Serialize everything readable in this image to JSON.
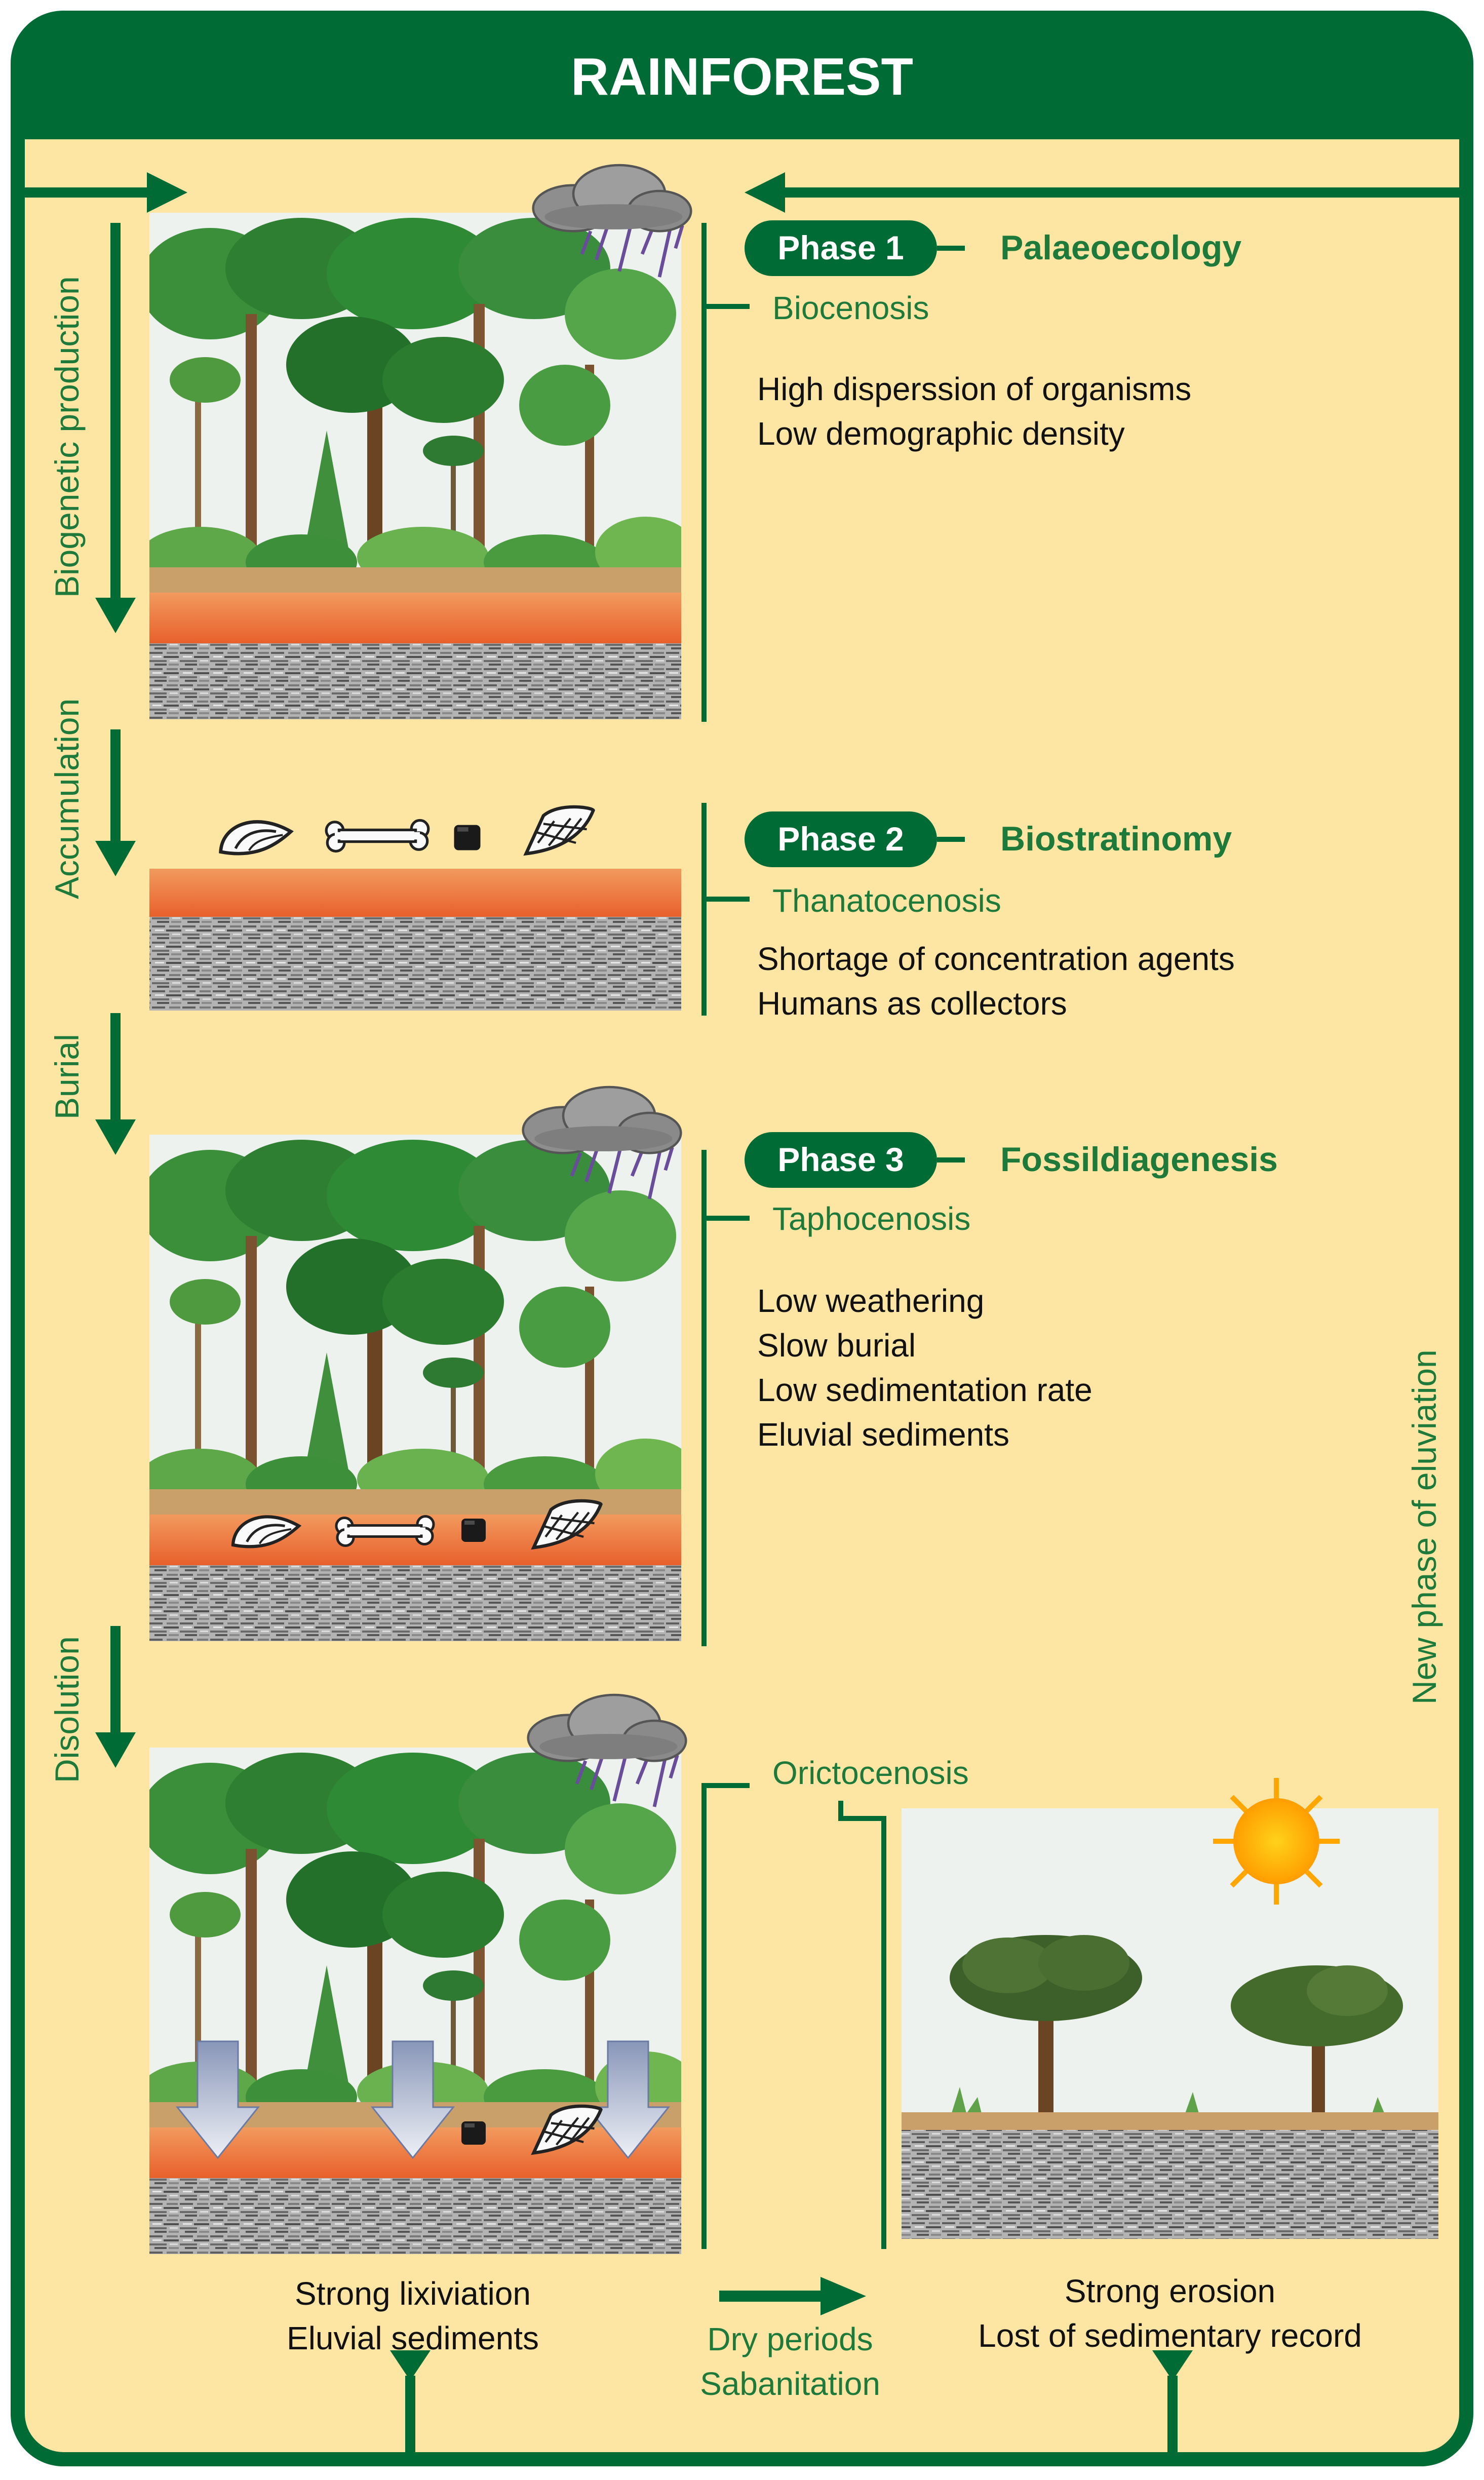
{
  "colors": {
    "frame_green": "#006b35",
    "label_green": "#1e7a3a",
    "panel_bg": "#fde6a4",
    "soil": "#e8713c",
    "rock": "#a6a6a6",
    "sky": "#eef2ee"
  },
  "title": "RAINFOREST",
  "left_arrows": {
    "biogenetic": "Biogenetic production",
    "accumulation": "Accumulation",
    "burial": "Burial",
    "disolution": "Disolution"
  },
  "right_label": "New phase of eluviation",
  "phase1": {
    "badge": "Phase 1",
    "name": "Palaeoecology",
    "sub": "Biocenosis",
    "lines": [
      "High disperssion of organisms",
      "Low demographic density"
    ]
  },
  "phase2": {
    "badge": "Phase 2",
    "name": "Biostratinomy",
    "sub": "Thanatocenosis",
    "lines": [
      "Shortage of concentration agents",
      "Humans as collectors"
    ]
  },
  "phase3": {
    "badge": "Phase 3",
    "name": "Fossildiagenesis",
    "sub": "Taphocenosis",
    "lines": [
      "Low weathering",
      "Slow burial",
      "Low sedimentation rate",
      "Eluvial sediments"
    ]
  },
  "phase4": {
    "sub": "Orictocenosis",
    "left_lines": [
      "Strong lixiviation",
      "Eluvial sediments"
    ],
    "mid_lines": [
      "Dry periods",
      "Sabanitation"
    ],
    "right_lines": [
      "Strong erosion",
      "Lost of sedimentary record"
    ]
  },
  "icons": {
    "shell": "shell-icon",
    "bone": "bone-icon",
    "charcoal": "charcoal-icon",
    "arrowhead": "arrowhead-icon",
    "cloud": "rain-cloud-icon",
    "sun": "sun-icon"
  }
}
